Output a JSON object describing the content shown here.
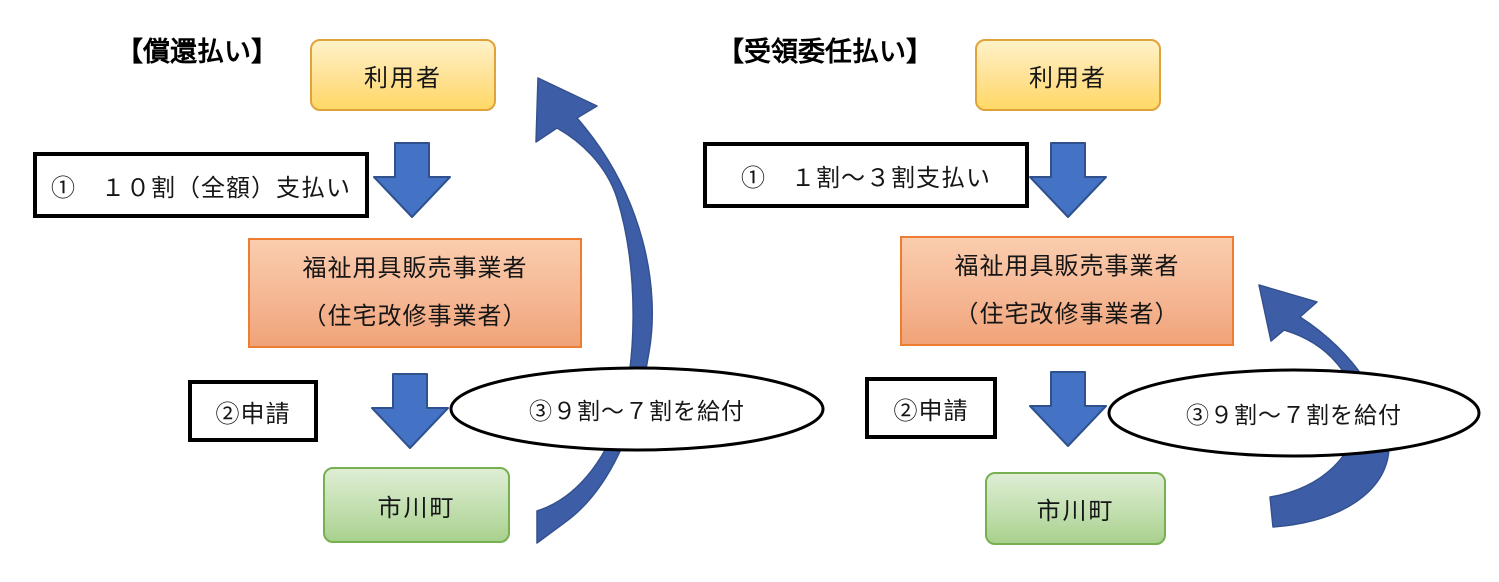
{
  "diagrams": [
    {
      "title": "【償還払い】",
      "user_label": "利用者",
      "step1_label": "①　１０割（全額）支払い",
      "vendor_line1": "福祉用具販売事業者",
      "vendor_line2": "（住宅改修事業者）",
      "step2_label": "②申請",
      "town_label": "市川町",
      "step3_label": "③９割～７割を給付"
    },
    {
      "title": "【受領委任払い】",
      "user_label": "利用者",
      "step1_label": "①　１割～３割支払い",
      "vendor_line1": "福祉用具販売事業者",
      "vendor_line2": "（住宅改修事業者）",
      "step2_label": "②申請",
      "town_label": "市川町",
      "step3_label": "③９割～７割を給付"
    }
  ],
  "colors": {
    "user_box_fill_top": "#FFF2C8",
    "user_box_fill_bottom": "#FFD966",
    "user_box_border": "#E0A33C",
    "vendor_box_fill_top": "#FACDAE",
    "vendor_box_fill_bottom": "#F0A378",
    "vendor_box_border": "#ED7D31",
    "town_box_fill_top": "#DFEDD5",
    "town_box_fill_bottom": "#A9D18E",
    "town_box_border": "#76B051",
    "step_box_border": "#000000",
    "down_arrow_fill": "#4472C4",
    "down_arrow_border": "#2F528F",
    "curved_arrow_fill": "#3D5EA6",
    "ellipse_border": "#000000"
  }
}
